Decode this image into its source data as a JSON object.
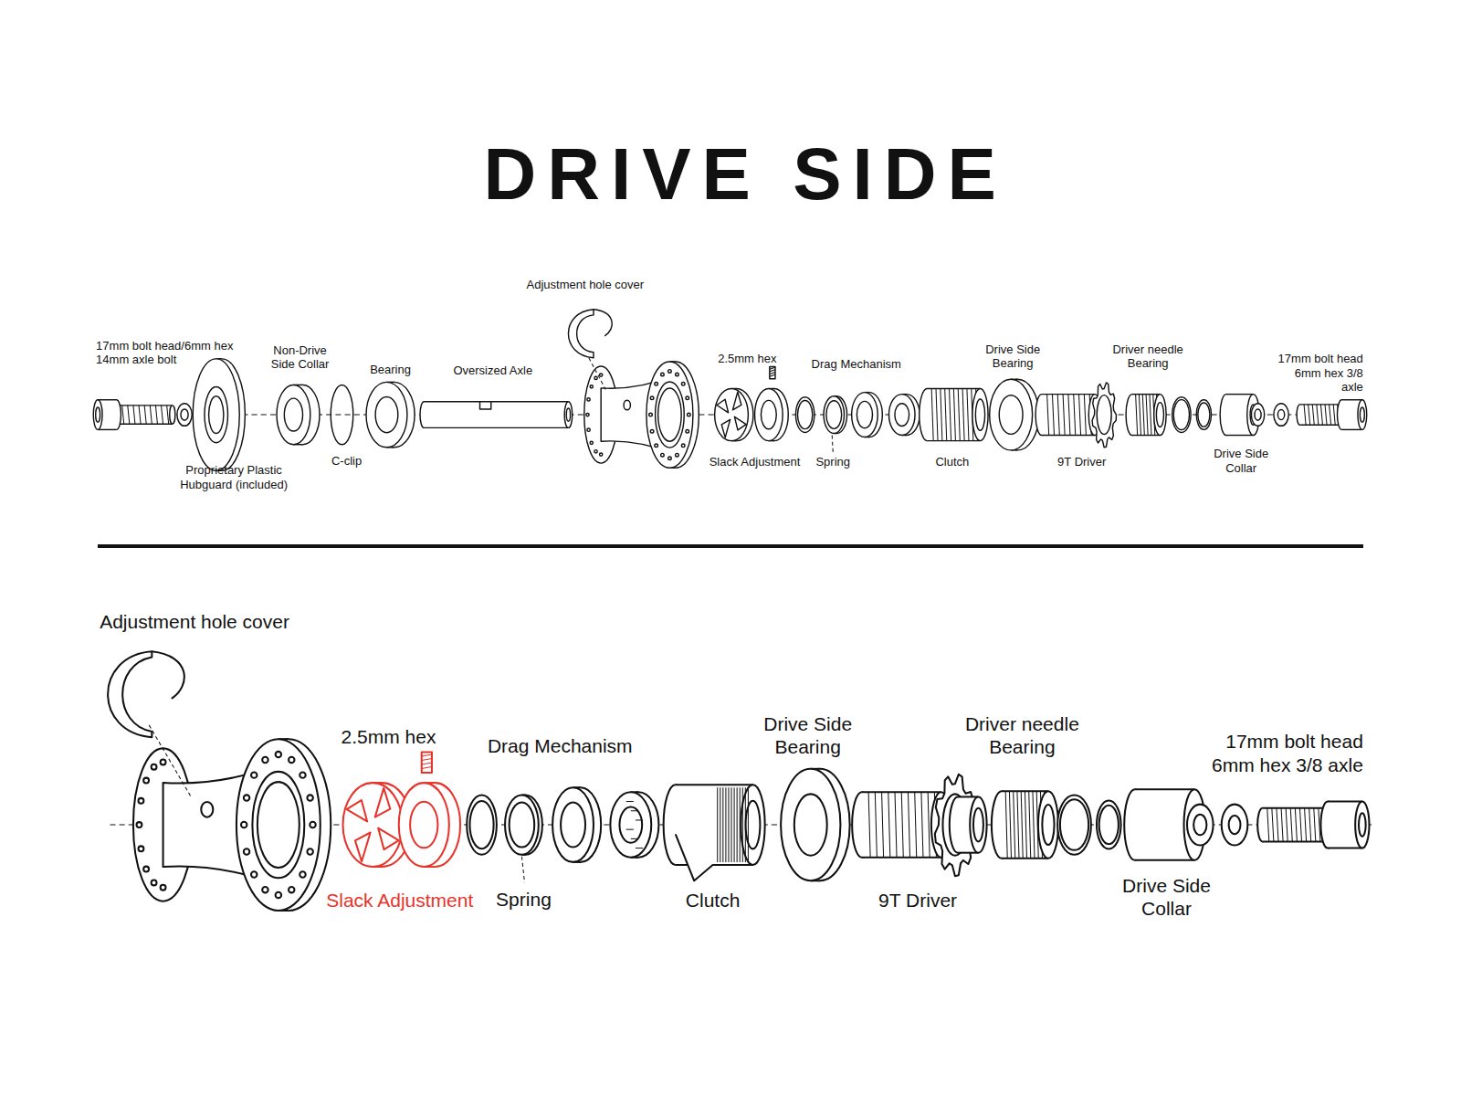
{
  "diagram": {
    "title": "DRIVE SIDE",
    "labels": [
      "Adjustment hole cover",
      "17mm bolt head/6mm hex 14mm axle bolt",
      "Non-Drive Side Collar",
      "Bearing",
      "Oversized Axle",
      "2.5mm hex",
      "Drag Mechanism",
      "Drive Side Bearing",
      "Driver needle Bearing",
      "17mm bolt head 6mm hex 3/8 axle",
      "Proprietary Plastic Hubguard (included)",
      "C-clip",
      "Slack Adjustment",
      "Spring",
      "Clutch",
      "9T Driver",
      "Drive Side Collar",
      "Adjustment hole cover",
      "2.5mm hex",
      "Drag Mechanism",
      "Drive Side Bearing",
      "Driver needle Bearing",
      "17mm bolt head 6mm hex 3/8 axle",
      "Slack Adjustment",
      "Spring",
      "Clutch",
      "9T Driver",
      "Drive Side Collar"
    ]
  }
}
